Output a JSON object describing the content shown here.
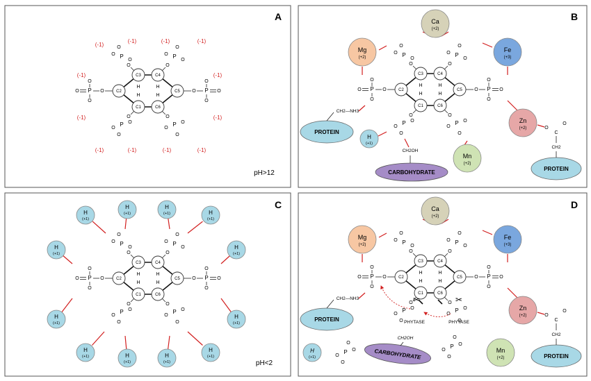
{
  "panels": {
    "A": {
      "letter": "A",
      "note": "pH>12"
    },
    "B": {
      "letter": "B"
    },
    "C": {
      "letter": "C",
      "note": "pH<2"
    },
    "D": {
      "letter": "D"
    }
  },
  "atoms": {
    "P": "P",
    "O": "O",
    "H": "H"
  },
  "carbon_labels": [
    "C1",
    "C2",
    "C3",
    "C4",
    "C5",
    "C6"
  ],
  "charges": {
    "minus": "(-1)",
    "plus_one": "(+1)",
    "plus_two": "(+2)",
    "plus_three": "(+3)"
  },
  "ions": {
    "Ca": "Ca",
    "Mg": "Mg",
    "Fe": "Fe",
    "Zn": "Zn",
    "Mn": "Mn",
    "H": "H"
  },
  "labels": {
    "protein": "PROTEIN",
    "carbohydrate": "CARBOHYDRATE",
    "phytase": "PHYTASE",
    "ch2nh3": "CH2—NH3",
    "ch2oh": "CH2OH",
    "ch2": "CH2",
    "carbon": "C"
  },
  "colors": {
    "h_ion": "#a8d8e6",
    "mg": "#f7c7a3",
    "ca": "#d6d2b8",
    "fe": "#7aa7de",
    "zn": "#e6a7a7",
    "mn": "#cfe3b4",
    "protein": "#a8d8e6",
    "carbohydrate": "#a58cc7",
    "charge_red": "#d21f1f",
    "bond_red": "#d21f1f"
  }
}
